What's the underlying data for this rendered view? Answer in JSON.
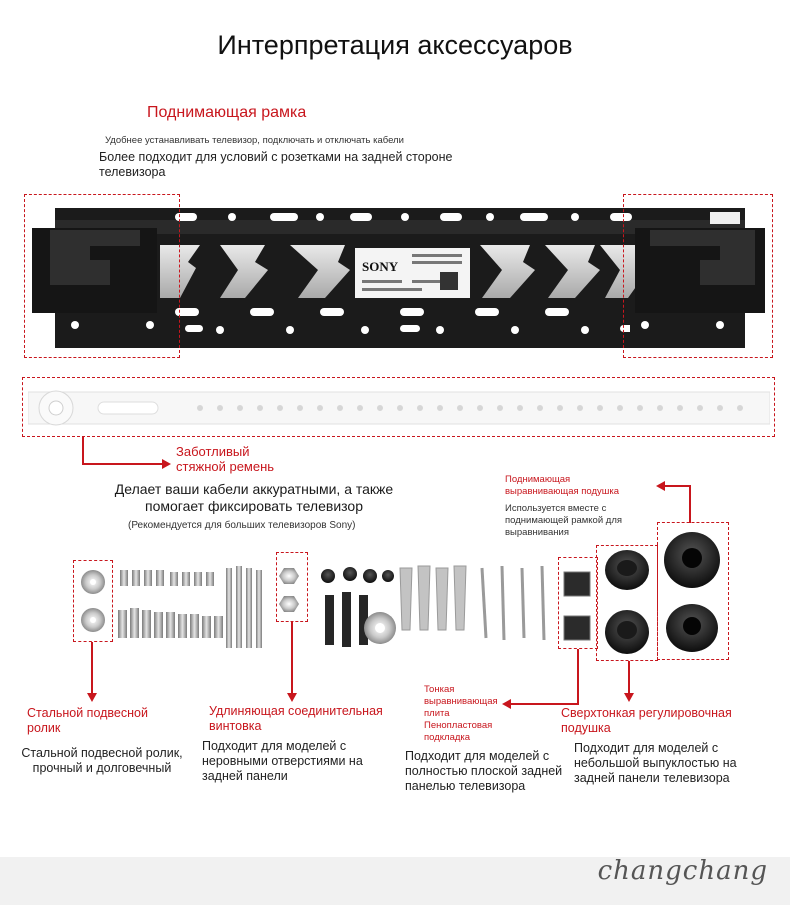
{
  "title": "Интерпретация аксессуаров",
  "lift_frame": {
    "label": "Поднимающая рамка",
    "note": "Удобнее устанавливать телевизор, подключать и отключать кабели",
    "desc": "Более подходит для условий с розетками на задней стороне телевизора",
    "brand": "SONY"
  },
  "strap": {
    "label_line1": "Заботливый",
    "label_line2": "стяжной ремень",
    "desc": "Делает ваши кабели аккуратными, а также помогает фиксировать телевизор",
    "note": "(Рекомендуется для больших телевизоров Sony)"
  },
  "pad": {
    "label_line1": "Поднимающая",
    "label_line2": "выравнивающая подушка",
    "desc": "Используется вместе с поднимающей рамкой для выравнивания"
  },
  "roller": {
    "label": "Стальной подвесной ролик",
    "desc": "Стальной подвесной ролик, прочный и долговечный"
  },
  "screw": {
    "label": "Удлиняющая соединительная винтовка",
    "desc": "Подходит для моделей с неровными отверстиями на задней панели"
  },
  "plate": {
    "label_line1": "Тонкая",
    "label_line2": "выравнивающая",
    "label_line3": "плита",
    "label_line4": "Пенопластовая",
    "label_line5": "подкладка",
    "desc": "Подходит для моделей с полностью плоской задней панелью телевизора"
  },
  "thin_pad": {
    "label": "Сверхтонкая регулировочная подушка",
    "desc": "Подходит для моделей с небольшой выпуклостью на задней панели телевизора"
  },
  "watermark": "changchang",
  "colors": {
    "accent": "#c8161d",
    "metal": "#1b1b1b"
  }
}
